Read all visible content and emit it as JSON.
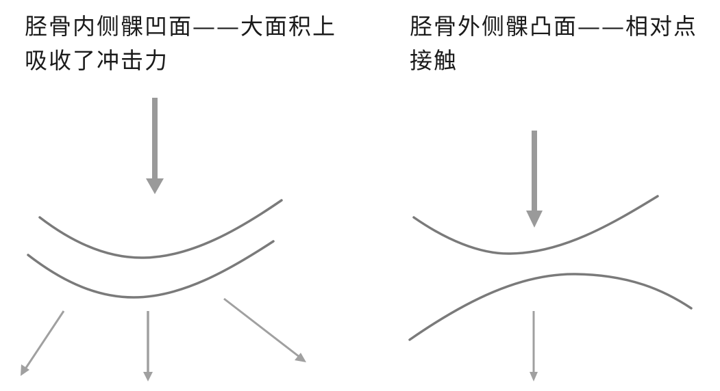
{
  "left_panel": {
    "caption_line1": "胫骨内侧髁凹面——大面积上",
    "caption_line2": "吸收了冲击力",
    "description": "concave medial tibial condyle absorbs impact over a large area; force dispersed in three directions"
  },
  "right_panel": {
    "caption_line1": "胫骨外侧髁凸面——相对点",
    "caption_line2": "接触",
    "description": "convex lateral tibial condyle with relative point contact; force transmitted straight down"
  },
  "colors": {
    "text": "#1a1a1a",
    "curve": "#7a7a7a",
    "arrow": "#9a9a9a",
    "background": "#ffffff"
  }
}
